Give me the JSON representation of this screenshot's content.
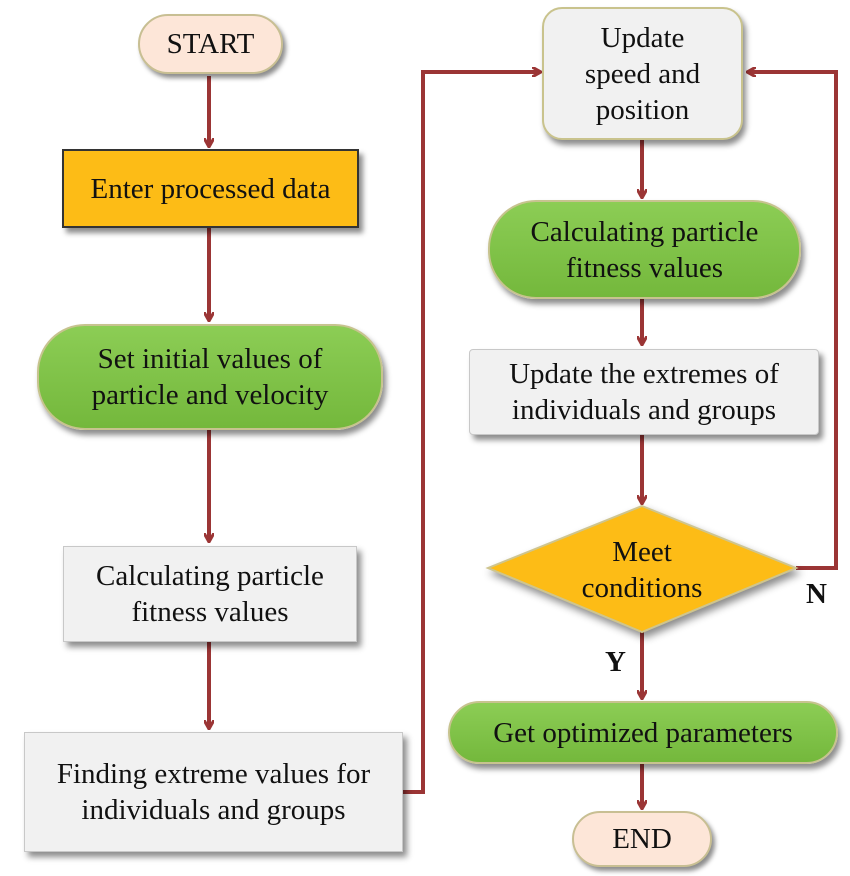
{
  "flowchart": {
    "start": "START",
    "enter_data": "Enter processed data",
    "set_initial_l1": "Set initial values of",
    "set_initial_l2": "particle and velocity",
    "calc_fitness_left_l1": "Calculating particle",
    "calc_fitness_left_l2": "fitness values",
    "finding_extreme_l1": "Finding extreme values for",
    "finding_extreme_l2": "individuals and groups",
    "update_speed_l1": "Update",
    "update_speed_l2": "speed and",
    "update_speed_l3": "position",
    "calc_fitness_right_l1": "Calculating particle",
    "calc_fitness_right_l2": "fitness values",
    "update_extremes_l1": "Update the extremes of",
    "update_extremes_l2": "individuals and groups",
    "meet_l1": "Meet",
    "meet_l2": "conditions",
    "yes_label": "Y",
    "no_label": "N",
    "get_optimized": "Get optimized parameters",
    "end": "END"
  },
  "colors": {
    "arrow": "#9b3535",
    "peach": "#fde6d8",
    "orange": "#fdbc16",
    "green": "#7cc142",
    "gray": "#f1f1f1"
  }
}
